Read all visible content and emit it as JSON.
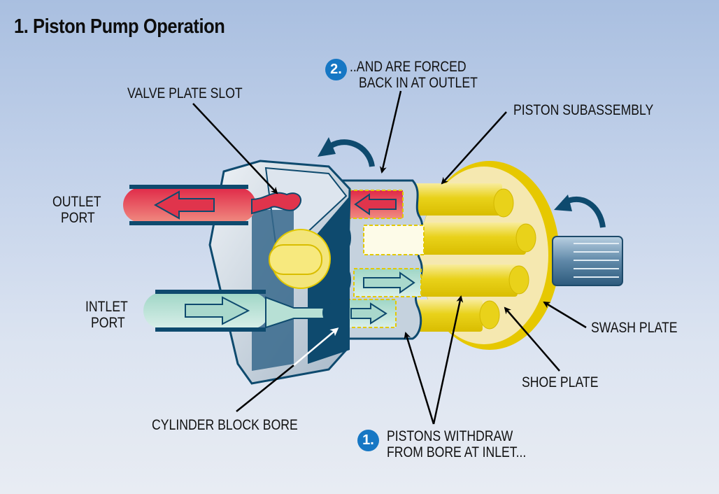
{
  "title": "1. Piston Pump Operation",
  "labels": {
    "valve_plate_slot": "VALVE PLATE SLOT",
    "step2_line1": "..AND ARE FORCED",
    "step2_line2": "BACK IN AT OUTLET",
    "piston_subassembly": "PISTON SUBASSEMBLY",
    "outlet_port_line1": "OUTLET",
    "outlet_port_line2": "PORT",
    "inlet_port_line1": "INTLET",
    "inlet_port_line2": "PORT",
    "swash_plate": "SWASH PLATE",
    "shoe_plate": "SHOE PLATE",
    "cylinder_block_bore": "CYLINDER BLOCK BORE",
    "step1_line1": "PISTONS WITHDRAW",
    "step1_line2": "FROM BORE AT INLET..."
  },
  "badges": {
    "step1": "1.",
    "step2": "2."
  },
  "colors": {
    "badge_blue": "#1677c4",
    "outlet_red": "#e0344c",
    "inlet_green": "#a9d8cc",
    "piston_yellow": "#e2c800",
    "steel_dark": "#0e4a6e",
    "steel_light": "#c4d0dc"
  }
}
